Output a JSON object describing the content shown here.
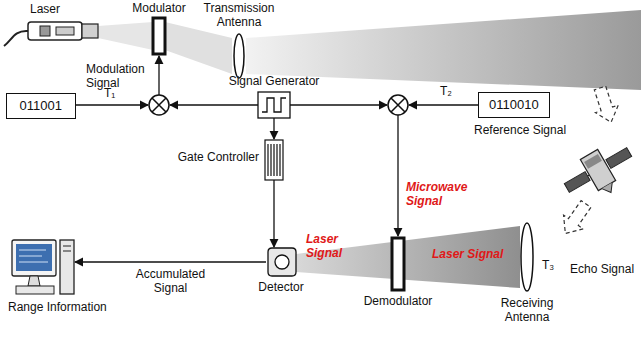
{
  "diagram": {
    "nodes": [
      {
        "text": [
          "Laser"
        ]
      },
      {
        "text": [
          "Modulator"
        ]
      },
      {
        "text": [
          "Transmission Antenna"
        ]
      },
      {
        "text": [
          "011001"
        ]
      },
      {
        "text": [
          "Signal Generator"
        ]
      },
      {
        "text": [
          "0110010"
        ]
      },
      {
        "text": [
          "Gate Controller"
        ]
      },
      {
        "text": [
          "Detector"
        ]
      },
      {
        "text": [
          "Demodulator"
        ]
      },
      {
        "text": [
          "Receiving Antenna"
        ]
      },
      {
        "text": [
          "Range Information"
        ]
      }
    ],
    "edges": [
      {
        "from": 4,
        "to": 6,
        "arrow": "to"
      },
      {
        "from": 6,
        "to": 7,
        "arrow": "to"
      },
      {
        "from": 7,
        "to": 10,
        "label": "Accumulated Signal",
        "arrow": "to"
      }
    ],
    "labels": [
      "Modulation Signal",
      "T₁",
      "T₂",
      "Reference Signal",
      "Microwave Signal",
      "Laser Signal",
      "Laser Signal",
      "T₃",
      "Echo Signal"
    ]
  }
}
